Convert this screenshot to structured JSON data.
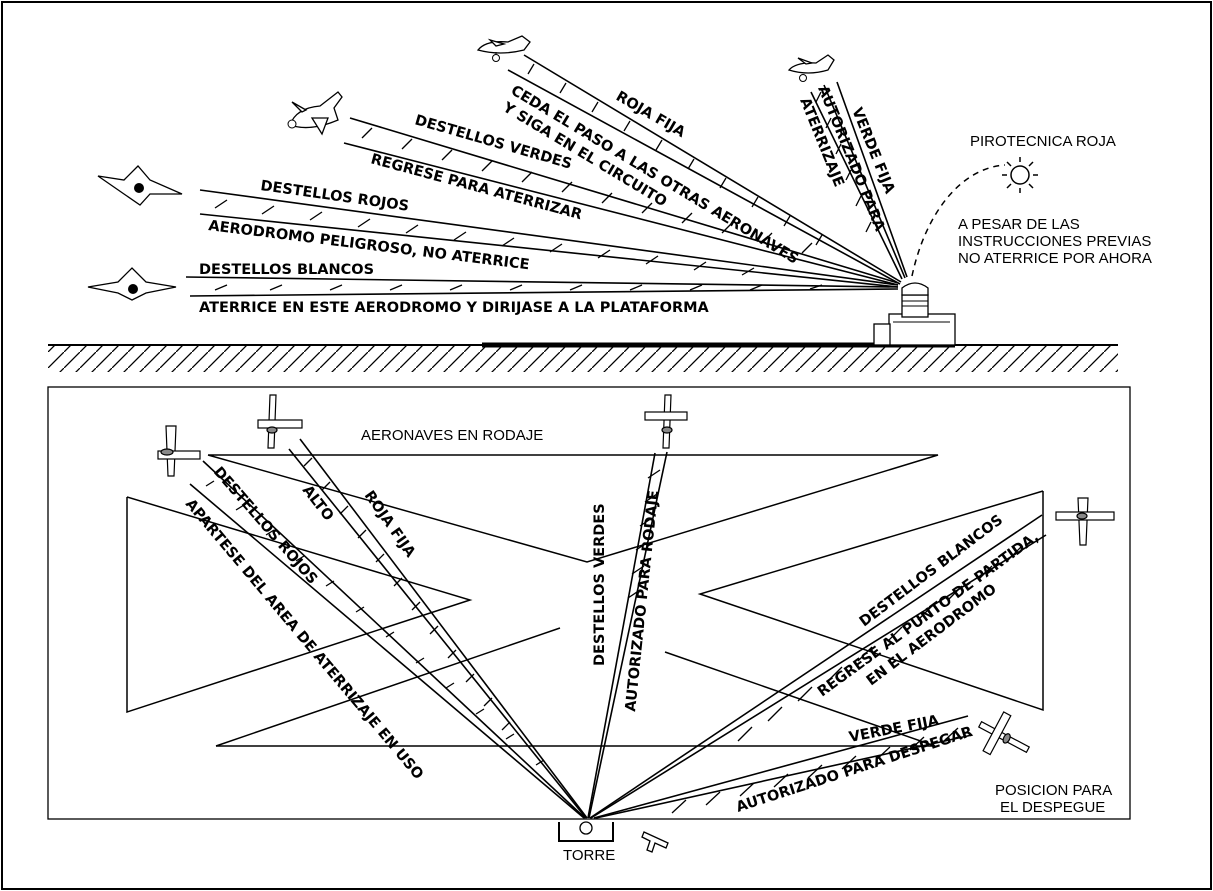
{
  "air": {
    "roja_fija": "ROJA FIJA",
    "ceda_1": "CEDA EL PASO A LAS OTRAS AERONAVES",
    "ceda_2": "Y SIGA EN EL CIRCUITO",
    "autorizado_1": "AUTORIZADO PARA",
    "autorizado_2": "ATERRIZAJE",
    "verde_fija": "VERDE FIJA",
    "destellos_verdes": "DESTELLOS VERDES",
    "regrese": "REGRESE PARA ATERRIZAR",
    "destellos_rojos": "DESTELLOS ROJOS",
    "peligroso": "AERODROMO PELIGROSO, NO ATERRICE",
    "destellos_blancos": "DESTELLOS BLANCOS",
    "aterrice": "ATERRICE EN ESTE AERODROMO Y DIRIJASE A LA PLATAFORMA",
    "pirotecnica": "PIROTECNICA ROJA",
    "pesar_1": "A PESAR DE LAS",
    "pesar_2": "INSTRUCCIONES PREVIAS",
    "pesar_3": "NO ATERRICE POR AHORA"
  },
  "ground": {
    "aeronaves_rodaje": "AERONAVES EN RODAJE",
    "destellos_rojos": "DESTELLOS ROJOS",
    "apartese": "APARTESE DEL AREA DE ATERRIZAJE EN USO",
    "alto": "ALTO",
    "roja_fija": "ROJA FIJA",
    "destellos_verdes": "DESTELLOS VERDES",
    "autorizado_rodaje": "AUTORIZADO PARA RODAJE",
    "destellos_blancos": "DESTELLOS BLANCOS",
    "regrese_1": "REGRESE AL PUNTO DE PARTIDA,",
    "regrese_2": "EN EL AERODROMO",
    "verde_fija": "VERDE FIJA",
    "autorizado_despegar": "AUTORIZADO PARA DESPEGAR",
    "posicion_1": "POSICION PARA",
    "posicion_2": "EL DESPEGUE",
    "torre": "TORRE"
  }
}
